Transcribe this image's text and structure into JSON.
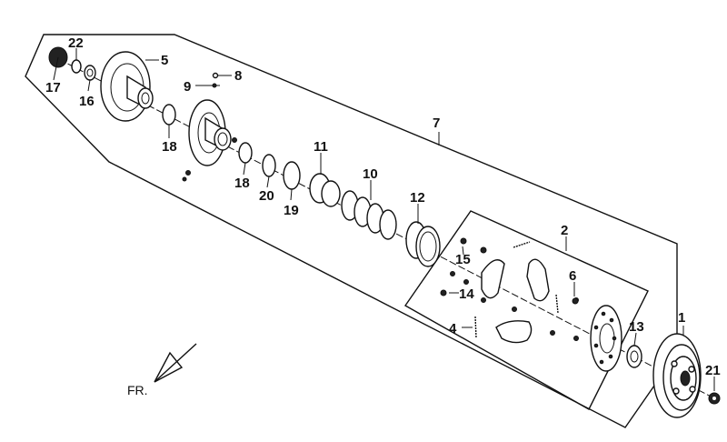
{
  "diagram": {
    "callouts": [
      "1",
      "2",
      "4",
      "5",
      "6",
      "7",
      "8",
      "9",
      "10",
      "11",
      "12",
      "13",
      "14",
      "15",
      "16",
      "17",
      "18",
      "18",
      "19",
      "20",
      "21",
      "22"
    ],
    "direction_label": "FR."
  }
}
